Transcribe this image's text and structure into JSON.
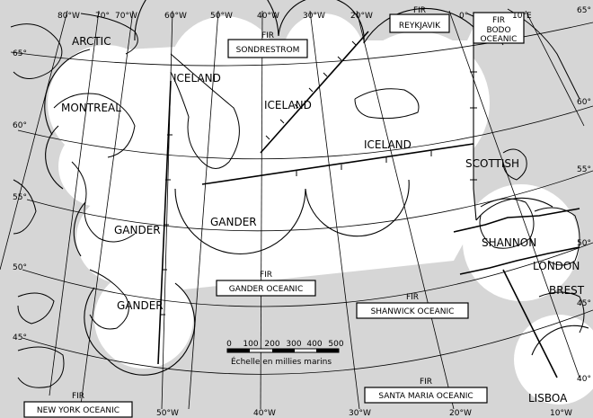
{
  "colors": {
    "outside": "#d6d6d6",
    "inside": "#ffffff",
    "lines": "#000000"
  },
  "labels": {
    "arctic": "ARCTIC",
    "montreal": "MONTREAL",
    "iceland_w": "ICELAND",
    "iceland_c": "ICELAND",
    "iceland_e": "ICELAND",
    "scottish": "SCOTTISH",
    "gander_mid": "GANDER",
    "gander_left": "GANDER",
    "gander_low": "GANDER",
    "shannon": "SHANNON",
    "london": "LONDON",
    "brest": "BREST",
    "lisboa": "LISBOA"
  },
  "fir_boxes": {
    "fir_word": "FIR",
    "sondrestrom": "SONDRESTROM",
    "reykjavik": "REYKJAVIK",
    "bodo_1": "BODO",
    "bodo_2": "OCEANIC",
    "gander_oceanic": "GANDER OCEANIC",
    "shanwick": "SHANWICK OCEANIC",
    "santa_maria": "SANTA MARIA OCEANIC",
    "new_york": "NEW YORK OCEANIC"
  },
  "scale": {
    "ticks": [
      "0",
      "100",
      "200",
      "300",
      "400",
      "500"
    ],
    "caption": "Échelle en millies marins"
  },
  "graticule": {
    "top": [
      "80°W",
      "70°",
      "70°W",
      "60°W",
      "50°W",
      "40°W",
      "30°W",
      "20°W",
      "0°",
      "10°E"
    ],
    "bottom": [
      "50°W",
      "40°W",
      "30°W",
      "20°W",
      "10°W"
    ],
    "left": [
      "65°",
      "60°",
      "55°",
      "50°",
      "45°"
    ],
    "right": [
      "65°",
      "60°",
      "55°",
      "50°",
      "45°",
      "40°"
    ]
  }
}
